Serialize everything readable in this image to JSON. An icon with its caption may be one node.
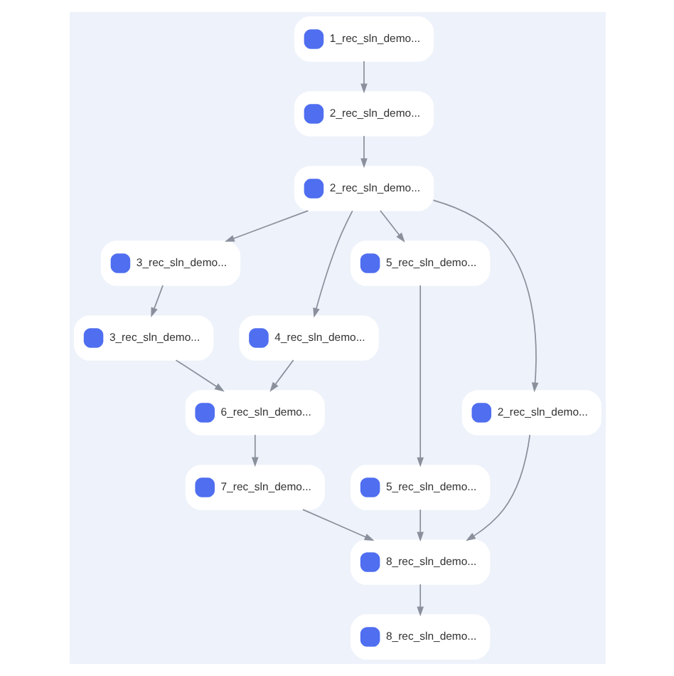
{
  "diagram": {
    "nodes": [
      {
        "text": [
          "1_rec_sln_demo..."
        ]
      },
      {
        "text": [
          "2_rec_sln_demo..."
        ]
      },
      {
        "text": [
          "2_rec_sln_demo..."
        ]
      },
      {
        "text": [
          "3_rec_sln_demo..."
        ]
      },
      {
        "text": [
          "4_rec_sln_demo..."
        ]
      },
      {
        "text": [
          "5_rec_sln_demo..."
        ]
      },
      {
        "text": [
          "2_rec_sln_demo..."
        ]
      },
      {
        "text": [
          "3_rec_sln_demo..."
        ]
      },
      {
        "text": [
          "5_rec_sln_demo..."
        ]
      },
      {
        "text": [
          "6_rec_sln_demo..."
        ]
      },
      {
        "text": [
          "7_rec_sln_demo..."
        ]
      },
      {
        "text": [
          "8_rec_sln_demo..."
        ]
      },
      {
        "text": [
          "8_rec_sln_demo..."
        ]
      }
    ],
    "edges": [
      {
        "from": 0,
        "to": 1,
        "arrow": "to"
      },
      {
        "from": 1,
        "to": 2,
        "arrow": "to"
      },
      {
        "from": 2,
        "to": 3,
        "arrow": "to"
      },
      {
        "from": 2,
        "to": 4,
        "arrow": "to"
      },
      {
        "from": 2,
        "to": 5,
        "arrow": "to"
      },
      {
        "from": 2,
        "to": 6,
        "arrow": "to"
      },
      {
        "from": 3,
        "to": 7,
        "arrow": "to"
      },
      {
        "from": 5,
        "to": 8,
        "arrow": "to"
      },
      {
        "from": 7,
        "to": 9,
        "arrow": "to"
      },
      {
        "from": 4,
        "to": 9,
        "arrow": "to"
      },
      {
        "from": 9,
        "to": 10,
        "arrow": "to"
      },
      {
        "from": 10,
        "to": 11,
        "arrow": "to"
      },
      {
        "from": 8,
        "to": 11,
        "arrow": "to"
      },
      {
        "from": 6,
        "to": 11,
        "arrow": "to"
      },
      {
        "from": 11,
        "to": 12,
        "arrow": "to"
      }
    ]
  }
}
